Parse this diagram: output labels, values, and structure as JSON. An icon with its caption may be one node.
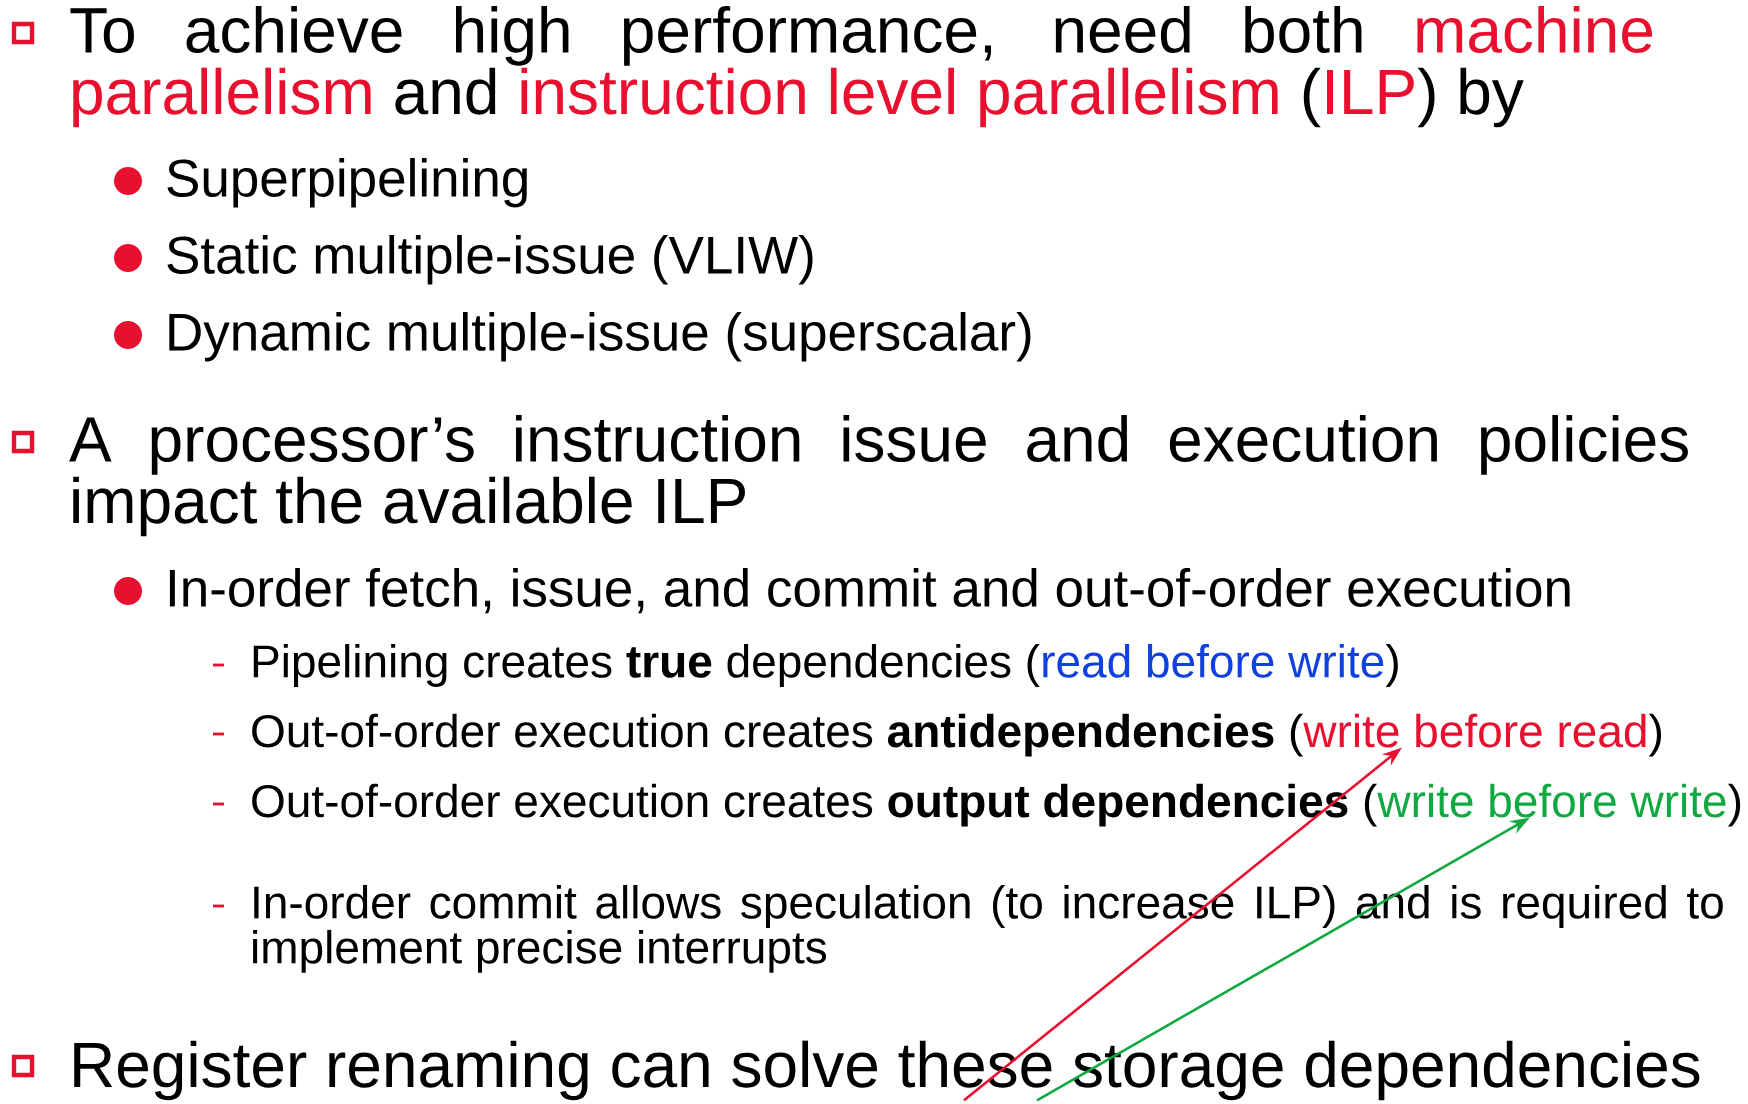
{
  "diagram": {
    "nodes": [
      {
        "text": [
          "write before read"
        ]
      },
      {
        "text": [
          "write before write"
        ]
      },
      {
        "text": [
          "Register renaming can solve these storage dependencies"
        ]
      }
    ],
    "edges": [
      {
        "from": 2,
        "to": 0,
        "arrow": "to",
        "color": "#e8102e"
      },
      {
        "from": 2,
        "to": 1,
        "arrow": "to",
        "color": "#10a840"
      }
    ],
    "labels": [
      "To achieve high performance, need both",
      "machine parallelism",
      "and",
      "instruction level parallelism",
      "(",
      "ILP",
      ") by",
      "Superpipelining",
      "Static multiple-issue (VLIW)",
      "Dynamic multiple-issue (superscalar)",
      "A processor’s instruction issue and execution policies impact the available ILP",
      "In-order fetch, issue, and commit and out-of-order execution",
      "Pipelining creates **true** dependencies (",
      "read before write",
      ")",
      "Out-of-order execution creates **antidependencies** (",
      ")",
      "Out-of-order execution creates **output dependencies** (",
      ")",
      "In-order commit allows speculation (to increase ILP) and is required to implement precise interrupts"
    ]
  }
}
